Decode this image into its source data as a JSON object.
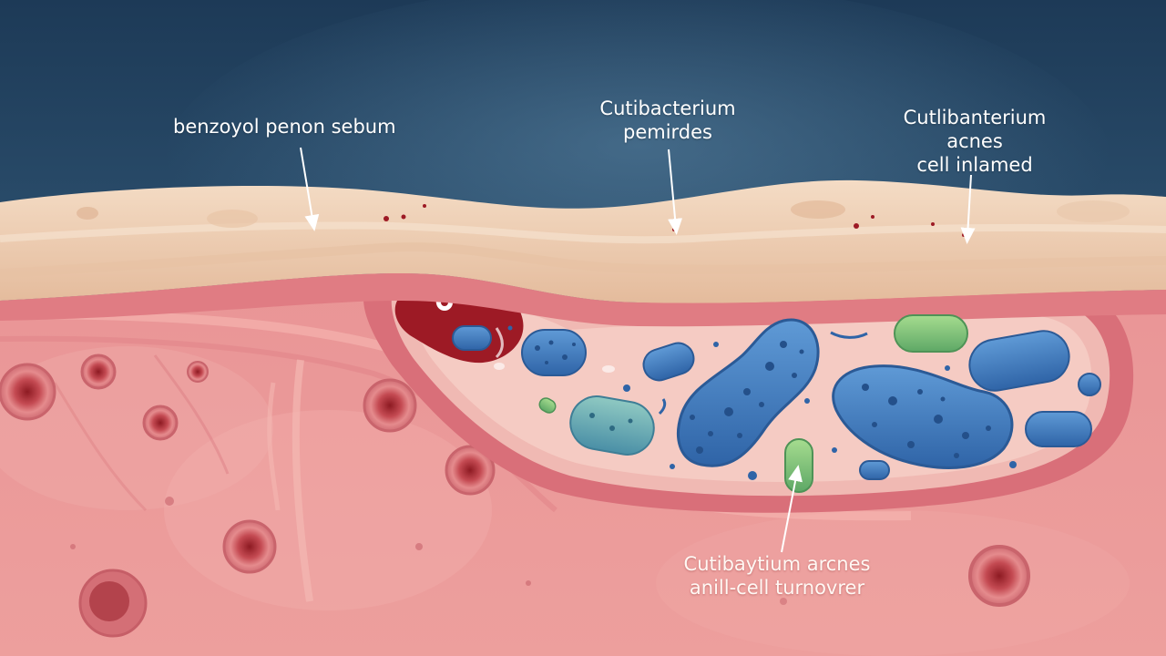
{
  "labels": {
    "benzoyl": {
      "lines": [
        "benzoyol penon sebum"
      ]
    },
    "pemirdes": {
      "lines": [
        "Cutibacterium",
        "pemirdes"
      ]
    },
    "inflamed": {
      "lines": [
        "Cutlibanterium",
        "acnes",
        "cell  inlamed"
      ]
    },
    "turnover": {
      "lines": [
        "Cutibaytium arcnes",
        "anill-cell turnovrer"
      ]
    }
  },
  "colors": {
    "sky_top": "#1f3e5c",
    "sky_bottom": "#3f6d8d",
    "skin_surface": "#f0d2b8",
    "skin_shadow": "#dbb193",
    "dermis": "#e9a0a0",
    "follicle_wall": "#d96f79",
    "follicle_inside": "#f3c4bd",
    "bacteria_blue": "#3f7cc0",
    "bacteria_green": "#7cc07b",
    "bacteria_teal": "#5ea6a8",
    "blood": "#9d1a25"
  },
  "icons": {
    "pointer": "arrow-pointer-icon",
    "bacterium": "bacterium-icon",
    "cell": "cell-icon"
  }
}
